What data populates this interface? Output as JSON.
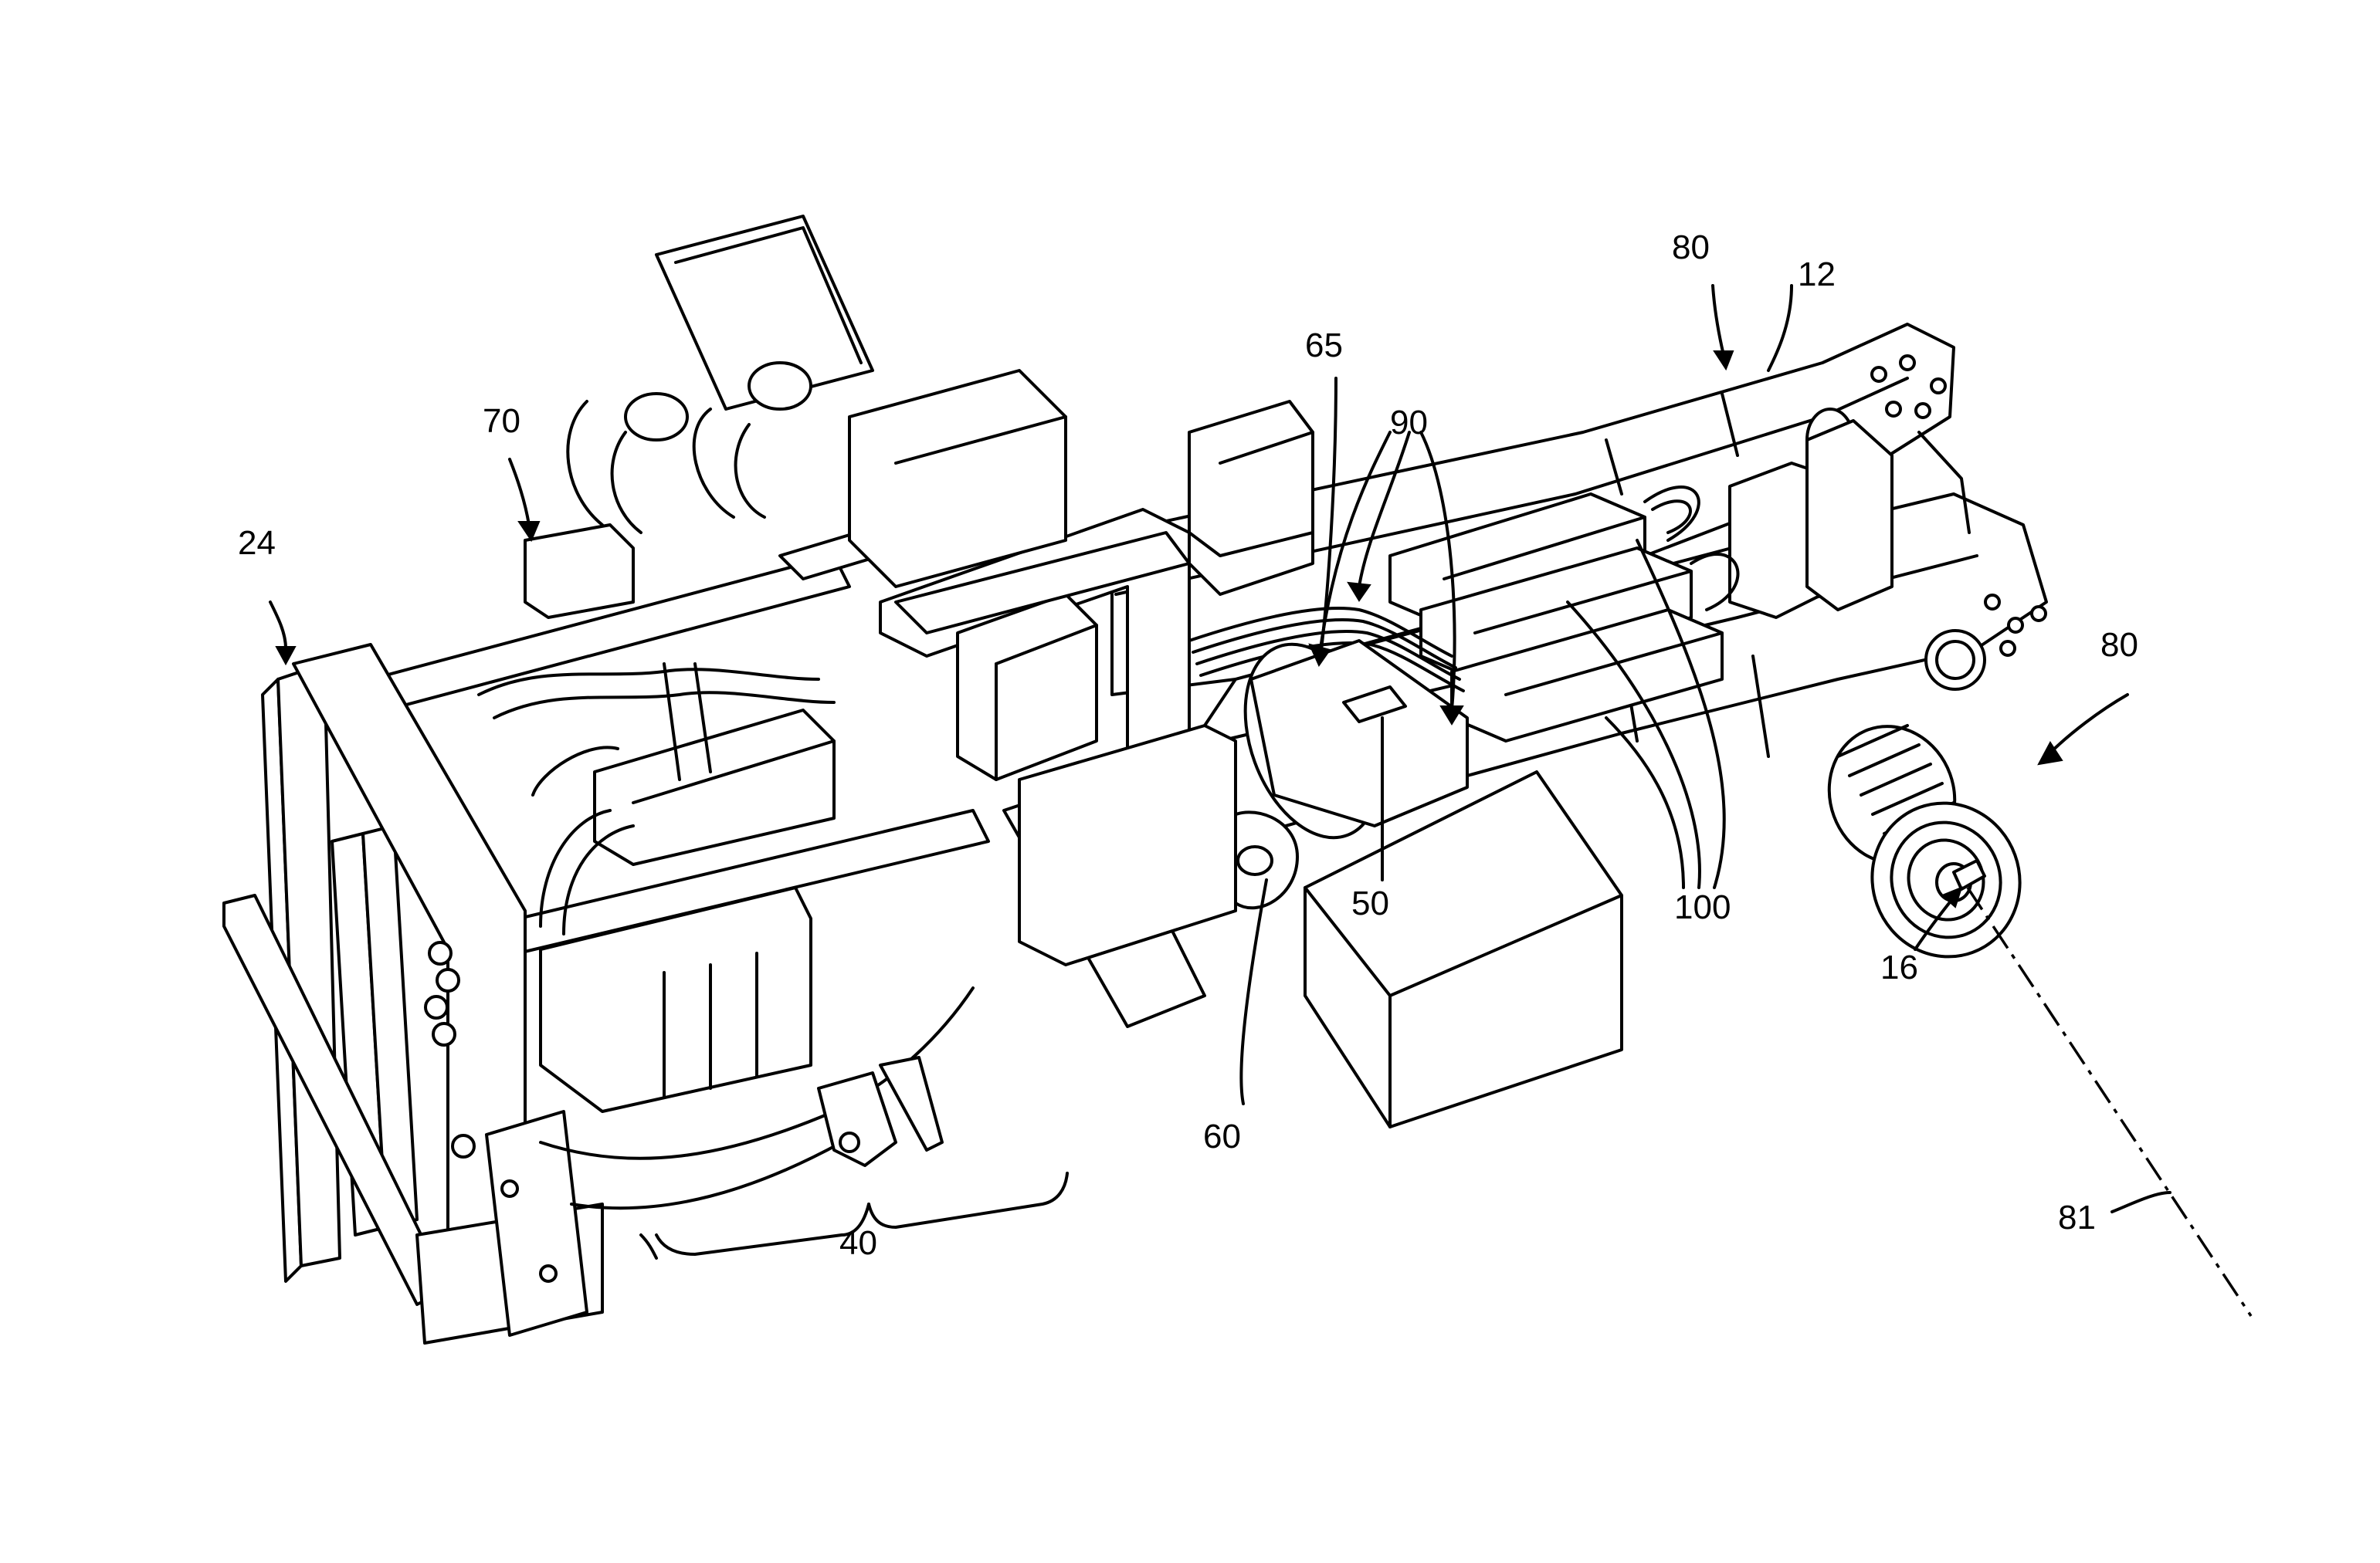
{
  "figure": {
    "labels": {
      "l24": "24",
      "l70": "70",
      "l40": "40",
      "l65": "65",
      "l90": "90",
      "l50": "50",
      "l60": "60",
      "l80_top": "80",
      "l12": "12",
      "l80_right": "80",
      "l100": "100",
      "l16": "16",
      "l81": "81"
    }
  }
}
